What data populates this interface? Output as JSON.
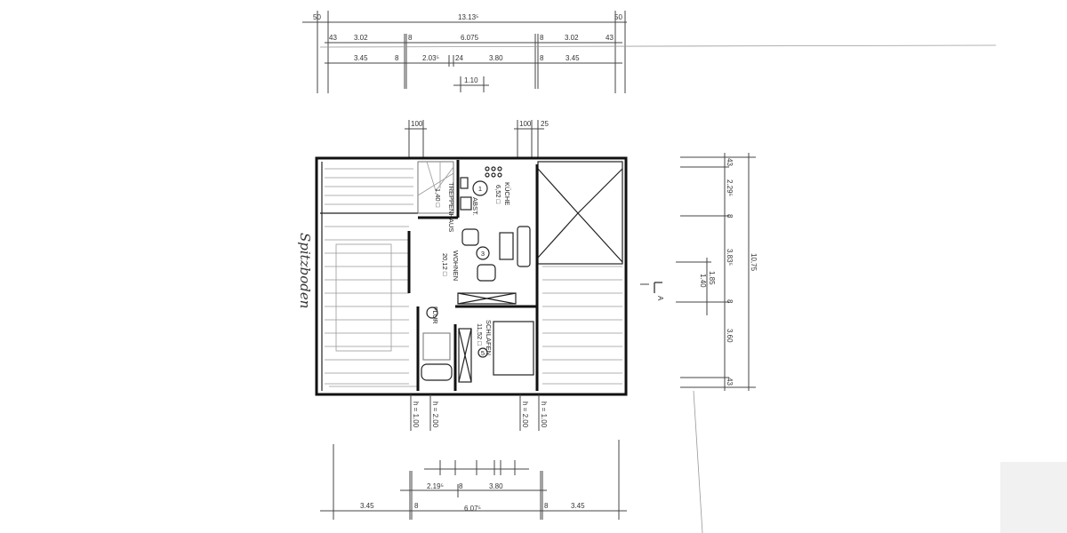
{
  "plan": {
    "rooms": {
      "treppenhaus": "TREPPENHAUS",
      "treppenhaus_area": "1,40 □",
      "kueche": "KÜCHE",
      "kueche_area": "6,52 □",
      "kueche_no": "1",
      "abst": "ABST.",
      "wohnen": "WOHNEN",
      "wohnen_area": "20,12 □",
      "wohnen_no": "3",
      "flur": "FLUR",
      "schlafen": "SCHLAFEN",
      "schlafen_area": "11,52 □",
      "schlafen_no": "5"
    },
    "handwritten": "Spitzboden",
    "section_mark": "A",
    "top_dims": {
      "overall": "13.13⁵",
      "overhang_left": "50",
      "overhang_right": "50",
      "row1": [
        "43",
        "3.02",
        "8",
        "6.075",
        "8",
        "3.02",
        "43"
      ],
      "row2": [
        "3.45",
        "8",
        "2.03⁵",
        "24",
        "3.80",
        "8",
        "3.45"
      ],
      "opening": "1.10",
      "window_top_left": "100",
      "window_top_right": "100",
      "window_top_right_b": "25"
    },
    "right_dims": {
      "overall": "10,75",
      "segments": [
        "43",
        "2.29⁵",
        "8",
        "3.83⁵",
        "8",
        "3.60",
        "43"
      ],
      "inner": [
        "1.85",
        "1.40"
      ]
    },
    "heights": [
      "h = 1.00",
      "h = 2.00",
      "h = 2.00",
      "h = 1.00"
    ],
    "bottom_dims": {
      "row1": [
        "2.19⁵",
        "8",
        "3.80"
      ],
      "row2": [
        "3.45",
        "8",
        "6.07⁵",
        "8",
        "3.45"
      ]
    }
  }
}
